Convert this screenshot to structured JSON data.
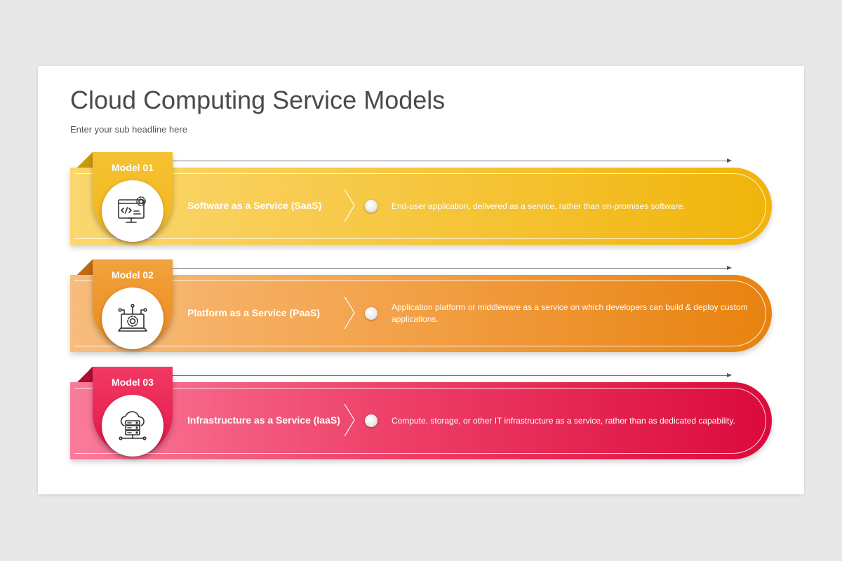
{
  "slide": {
    "title": "Cloud Computing Service Models",
    "subtitle": "Enter your sub headline here"
  },
  "models": [
    {
      "label": "Model 01",
      "name": "Software as a Service (SaaS)",
      "description": "End-user application, delivered as a service, rather than on-promises software.",
      "icon": "monitor-code-gear-icon",
      "color": "#f0b40a"
    },
    {
      "label": "Model 02",
      "name": "Platform as a Service (PaaS)",
      "description": "Application platform or middleware as a service on which developers can build & deploy custom applications.",
      "icon": "laptop-gear-circuit-icon",
      "color": "#e8820f"
    },
    {
      "label": "Model 03",
      "name": "Infrastructure as a Service (IaaS)",
      "description": "Compute, storage, or other IT infrastructure as a service, rather than as dedicated capability.",
      "icon": "cloud-server-icon",
      "color": "#db0a3c"
    }
  ]
}
